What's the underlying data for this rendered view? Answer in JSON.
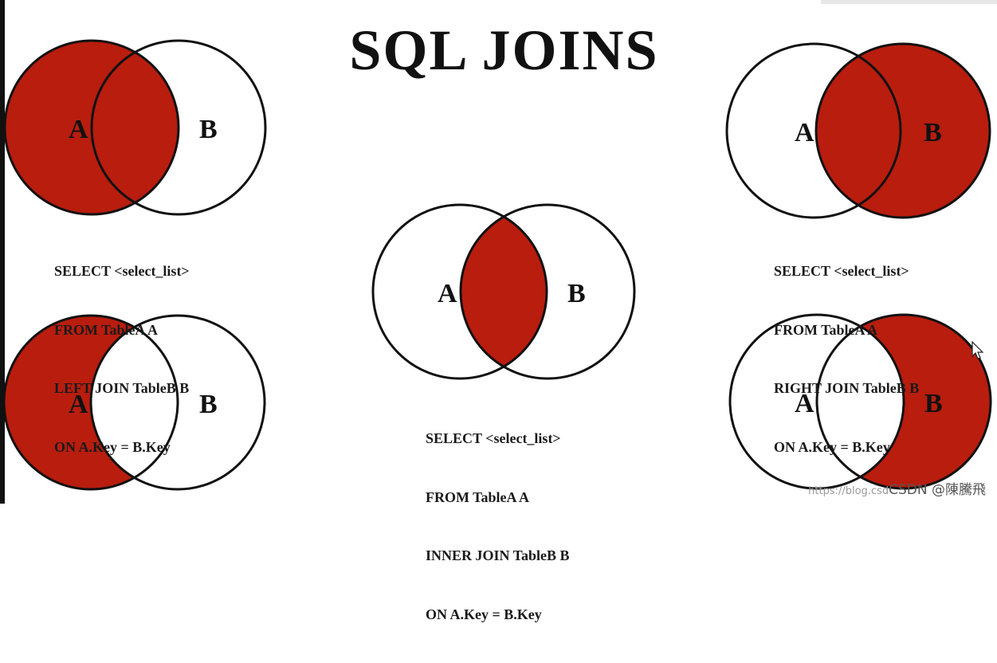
{
  "title": "SQL JOINS",
  "colors": {
    "fill": "#b81d0e",
    "stroke": "#111111",
    "background": "#ffffff"
  },
  "diagrams": [
    {
      "id": "left-join",
      "left_label": "A",
      "right_label": "B",
      "code": [
        "SELECT <select_list>",
        "FROM TableA A",
        "LEFT JOIN TableB B",
        "ON A.Key = B.Key"
      ]
    },
    {
      "id": "inner-join",
      "left_label": "A",
      "right_label": "B",
      "code": [
        "SELECT <select_list>",
        "FROM TableA A",
        "INNER JOIN TableB B",
        "ON A.Key = B.Key"
      ]
    },
    {
      "id": "right-join",
      "left_label": "A",
      "right_label": "B",
      "code": [
        "SELECT <select_list>",
        "FROM TableA A",
        "RIGHT JOIN TableB B",
        "ON A.Key = B.Key"
      ]
    },
    {
      "id": "left-excluding-join",
      "left_label": "A",
      "right_label": "B"
    },
    {
      "id": "right-excluding-join",
      "left_label": "A",
      "right_label": "B"
    }
  ],
  "watermark": {
    "url": "https://blog.csd",
    "text": "CSDN @陳騰飛"
  }
}
